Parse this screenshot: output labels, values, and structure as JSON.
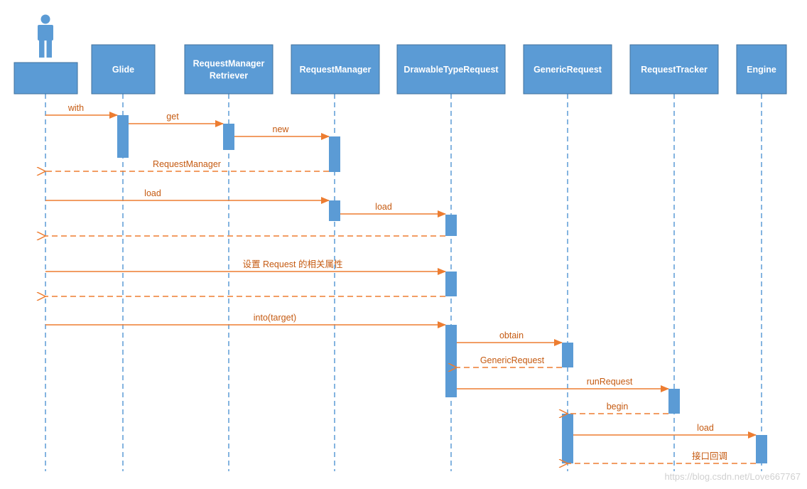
{
  "colors": {
    "participant_fill": "#5b9bd5",
    "participant_stroke": "#41719c",
    "lifeline": "#5b9bd5",
    "arrow": "#ed7d31",
    "label": "#c55a11"
  },
  "actor": {
    "icon": "person-icon"
  },
  "participants": [
    {
      "id": "glide",
      "lines": [
        "Glide"
      ]
    },
    {
      "id": "retriever",
      "lines": [
        "RequestManager",
        "Retriever"
      ]
    },
    {
      "id": "manager",
      "lines": [
        "RequestManager"
      ]
    },
    {
      "id": "drawable",
      "lines": [
        "DrawableTypeRequest"
      ]
    },
    {
      "id": "generic",
      "lines": [
        "GenericRequest"
      ]
    },
    {
      "id": "tracker",
      "lines": [
        "RequestTracker"
      ]
    },
    {
      "id": "engine",
      "lines": [
        "Engine"
      ]
    }
  ],
  "messages": [
    {
      "from": "user",
      "to": "glide",
      "label": "with",
      "type": "call"
    },
    {
      "from": "glide",
      "to": "retriever",
      "label": "get",
      "type": "call"
    },
    {
      "from": "retriever",
      "to": "manager",
      "label": "new",
      "type": "call"
    },
    {
      "from": "manager",
      "to": "user",
      "label": "RequestManager",
      "type": "return"
    },
    {
      "from": "user",
      "to": "manager",
      "label": "load",
      "type": "call"
    },
    {
      "from": "manager",
      "to": "drawable",
      "label": "load",
      "type": "call"
    },
    {
      "from": "drawable",
      "to": "user",
      "label": "",
      "type": "return"
    },
    {
      "from": "user",
      "to": "drawable",
      "label": "设置 Request 的相关属性",
      "type": "call"
    },
    {
      "from": "drawable",
      "to": "user",
      "label": "",
      "type": "return"
    },
    {
      "from": "user",
      "to": "drawable",
      "label": "into(target)",
      "type": "call"
    },
    {
      "from": "drawable",
      "to": "generic",
      "label": "obtain",
      "type": "call"
    },
    {
      "from": "generic",
      "to": "drawable",
      "label": "GenericRequest",
      "type": "return"
    },
    {
      "from": "drawable",
      "to": "tracker",
      "label": "runRequest",
      "type": "call"
    },
    {
      "from": "tracker",
      "to": "generic",
      "label": "begin",
      "type": "return"
    },
    {
      "from": "generic",
      "to": "engine",
      "label": "load",
      "type": "call"
    },
    {
      "from": "engine",
      "to": "generic",
      "label": "接口回调",
      "type": "return"
    }
  ],
  "watermark": "https://blog.csdn.net/Love667767"
}
